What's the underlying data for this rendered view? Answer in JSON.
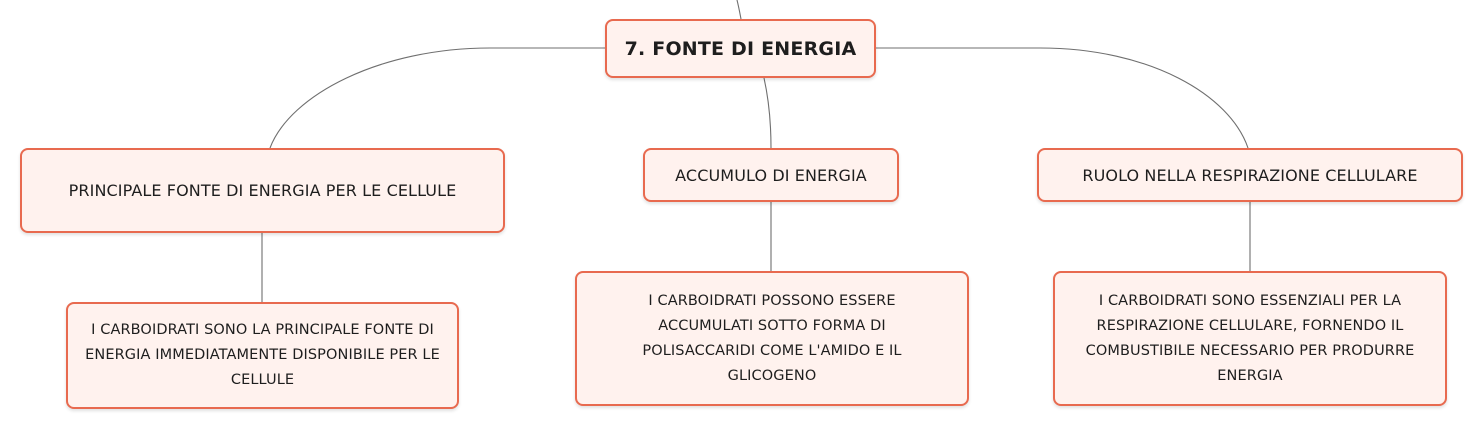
{
  "diagram": {
    "root": {
      "label": "7. FONTE DI ENERGIA"
    },
    "branches": [
      {
        "label": "PRINCIPALE FONTE DI ENERGIA PER LE CELLULE",
        "detail": "I CARBOIDRATI SONO LA PRINCIPALE FONTE DI ENERGIA IMMEDIATAMENTE DISPONIBILE PER LE CELLULE"
      },
      {
        "label": "ACCUMULO DI ENERGIA",
        "detail": "I CARBOIDRATI POSSONO ESSERE ACCUMULATI SOTTO FORMA DI POLISACCARIDI COME L'AMIDO E IL GLICOGENO"
      },
      {
        "label": "RUOLO NELLA RESPIRAZIONE CELLULARE",
        "detail": "I CARBOIDRATI SONO ESSENZIALI PER LA RESPIRAZIONE CELLULARE, FORNENDO IL COMBUSTIBILE NECESSARIO PER PRODURRE ENERGIA"
      }
    ]
  },
  "colors": {
    "node_border": "#e86a4f",
    "node_fill": "#fff2ee",
    "connector": "#6f6f6f"
  }
}
